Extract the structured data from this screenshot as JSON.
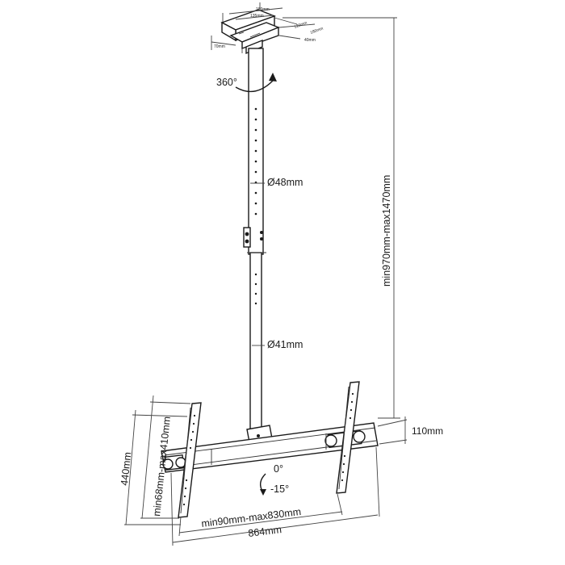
{
  "bracket": {
    "w180": "180mm",
    "w135": "135mm",
    "d120": "120mm",
    "d180": "180mm",
    "h40": "40mm",
    "w70": "70mm"
  },
  "rotation": "360°",
  "tube_upper": "Ø48mm",
  "tube_lower": "Ø41mm",
  "pole_height": "min970mm-max1470mm",
  "depth": "110mm",
  "tilt_zero": "0°",
  "tilt_minus": "-15°",
  "vertical_range": "min68mm-max410mm",
  "total_height": "440mm",
  "horizontal_range": "min90mm-max830mm",
  "total_width": "864mm"
}
